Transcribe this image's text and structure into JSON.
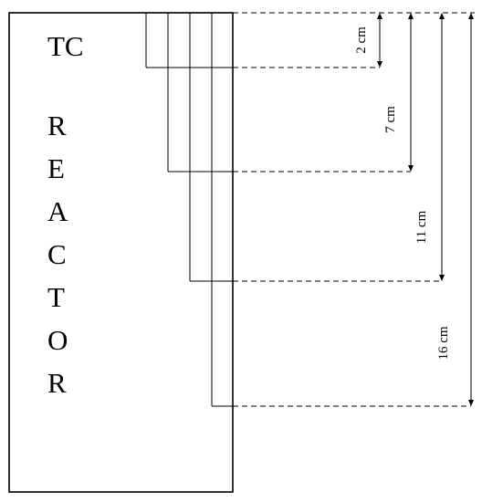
{
  "reactor": {
    "label_top": "TC",
    "letters": [
      "R",
      "E",
      "A",
      "C",
      "T",
      "O",
      "R"
    ]
  },
  "probes": [
    {
      "id": "probe-1",
      "depth_label": "2 cm"
    },
    {
      "id": "probe-2",
      "depth_label": "7 cm"
    },
    {
      "id": "probe-3",
      "depth_label": "11 cm"
    },
    {
      "id": "probe-4",
      "depth_label": "16 cm"
    }
  ],
  "colors": {
    "stroke": "#000000",
    "background": "#ffffff"
  }
}
